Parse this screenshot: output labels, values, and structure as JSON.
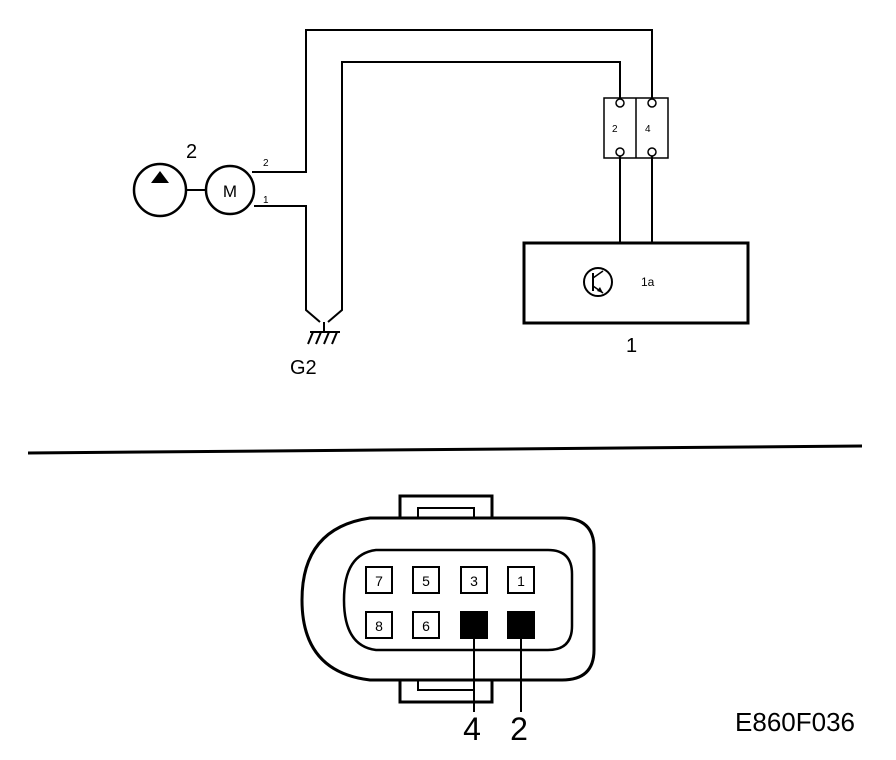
{
  "schematic": {
    "pump_label": "2",
    "motor_label": "M",
    "motor_pin_upper": "2",
    "motor_pin_lower": "1",
    "ground_label": "G2",
    "connector_pin_left": "2",
    "connector_pin_right": "4",
    "module_inner_label": "1a",
    "module_label": "1"
  },
  "connector": {
    "cavities_top": [
      "7",
      "5",
      "3",
      "1"
    ],
    "cavities_bottom": [
      "8",
      "6",
      "",
      ""
    ],
    "used_cavities_callouts": [
      "4",
      "2"
    ]
  },
  "figure_code": "E860F036"
}
